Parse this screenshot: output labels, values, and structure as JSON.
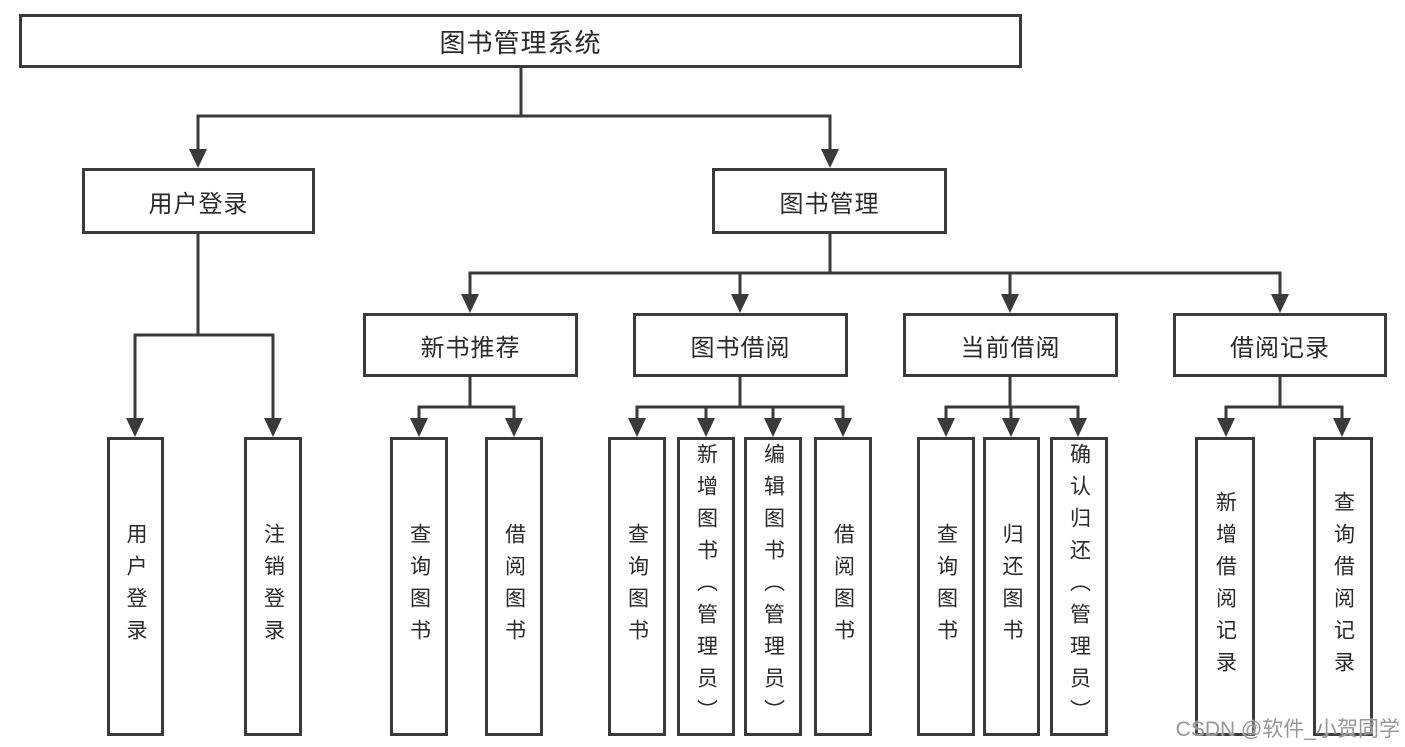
{
  "diagram": {
    "type": "hierarchy-tree",
    "title": "图书管理系统",
    "colors": {
      "background": "#ffffff",
      "line": "#3a3a3a",
      "box_border": "#3a3a3a",
      "text": "#2a2a2a",
      "watermark": "#979797"
    },
    "watermark": "CSDN @软件_小贺同学"
  },
  "nodes": {
    "root": "图书管理系统",
    "user_login": "用户登录",
    "book_mgmt": "图书管理",
    "leaf_user_login": "用户登录",
    "leaf_logout": "注销登录",
    "new_rec": "新书推荐",
    "book_borrow": "图书借阅",
    "cur_borrow": "当前借阅",
    "borrow_rec": "借阅记录",
    "nr_query": "查询图书",
    "nr_borrow": "借阅图书",
    "bb_query": "查询图书",
    "bb_add": "新增图书（管理员）",
    "bb_edit": "编辑图书（管理员）",
    "bb_borrow": "借阅图书",
    "cb_query": "查询图书",
    "cb_return": "归还图书",
    "cb_confirm": "确认归还（管理员）",
    "br_add": "新增借阅记录",
    "br_query": "查询借阅记录"
  },
  "tree": {
    "label": "图书管理系统",
    "children": [
      {
        "label": "用户登录",
        "children": [
          {
            "label": "用户登录"
          },
          {
            "label": "注销登录"
          }
        ]
      },
      {
        "label": "图书管理",
        "children": [
          {
            "label": "新书推荐",
            "children": [
              {
                "label": "查询图书"
              },
              {
                "label": "借阅图书"
              }
            ]
          },
          {
            "label": "图书借阅",
            "children": [
              {
                "label": "查询图书"
              },
              {
                "label": "新增图书（管理员）"
              },
              {
                "label": "编辑图书（管理员）"
              },
              {
                "label": "借阅图书"
              }
            ]
          },
          {
            "label": "当前借阅",
            "children": [
              {
                "label": "查询图书"
              },
              {
                "label": "归还图书"
              },
              {
                "label": "确认归还（管理员）"
              }
            ]
          },
          {
            "label": "借阅记录",
            "children": [
              {
                "label": "新增借阅记录"
              },
              {
                "label": "查询借阅记录"
              }
            ]
          }
        ]
      }
    ]
  }
}
